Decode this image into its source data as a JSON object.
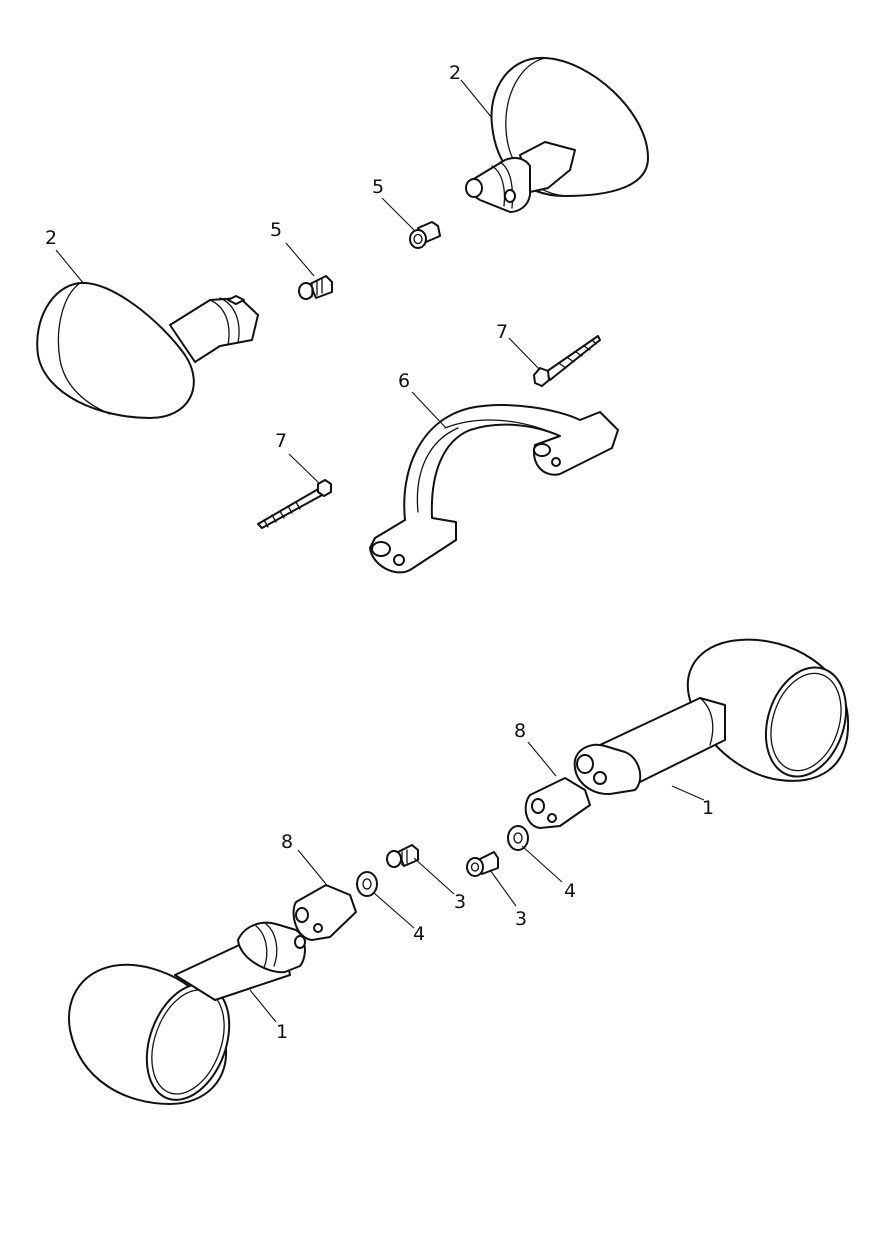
{
  "callouts": {
    "c1": "2",
    "c2": "5",
    "c3": "2",
    "c4": "5",
    "c5": "7",
    "c6": "6",
    "c7": "7",
    "c8": "8",
    "c9": "1",
    "c10": "8",
    "c11": "3",
    "c12": "3",
    "c13": "4",
    "c14": "4",
    "c15": "1"
  },
  "colors": {
    "line": "#111111",
    "fill": "#ffffff"
  }
}
